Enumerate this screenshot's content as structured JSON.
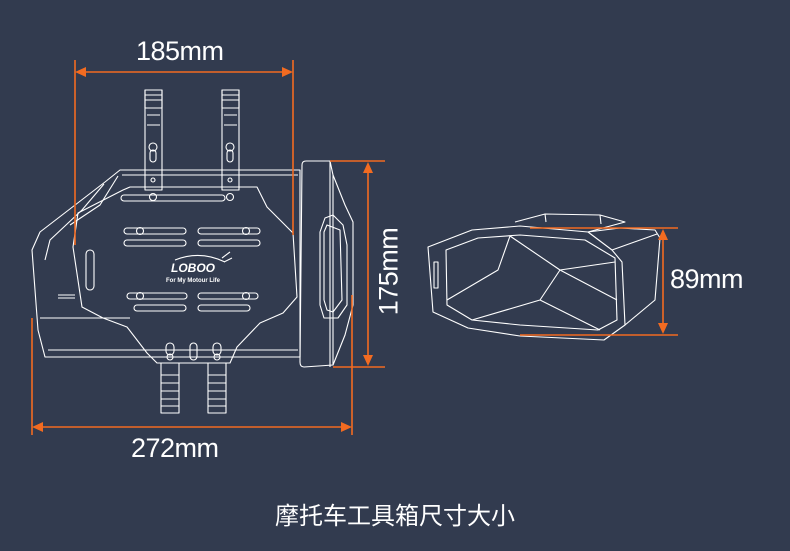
{
  "dimensions": {
    "top_width": "185mm",
    "height": "175mm",
    "total_length": "272mm",
    "opening_height": "89mm"
  },
  "logo": {
    "brand": "LOBOO",
    "tagline": "For My Motour Life"
  },
  "caption": "摩托车工具箱尺寸大小",
  "colors": {
    "background": "#323b4f",
    "dimension_line": "#f26b21",
    "drawing_line": "#ffffff"
  }
}
